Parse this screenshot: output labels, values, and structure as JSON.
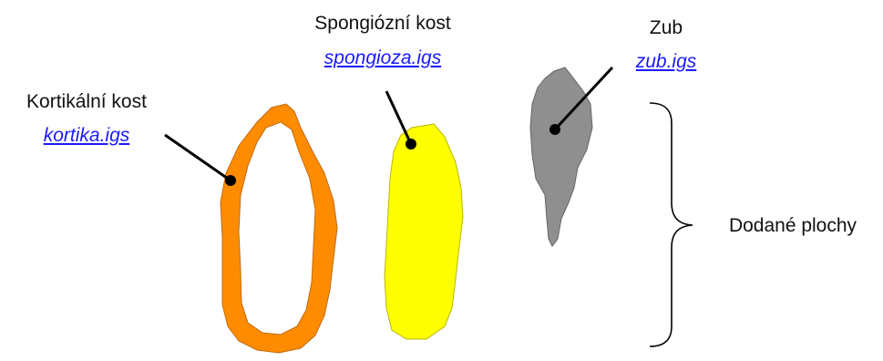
{
  "colors": {
    "cortical": "#ff8c00",
    "cortical_outline": "#c06a10",
    "spongy": "#ffff00",
    "spongy_outline": "#b8b800",
    "tooth": "#8f8f8f",
    "tooth_outline": "#666666",
    "link": "#1a1aff",
    "text": "#111111",
    "line": "#000000"
  },
  "parts": [
    {
      "name": "Kortikální kost",
      "file": "kortika.igs",
      "icon": "orange-ring-shape"
    },
    {
      "name": "Spongiózní kost",
      "file": "spongioza.igs",
      "icon": "yellow-blob-shape"
    },
    {
      "name": "Zub",
      "file": "zub.igs",
      "icon": "gray-tooth-shape"
    }
  ],
  "brace_label": "Dodané plochy"
}
